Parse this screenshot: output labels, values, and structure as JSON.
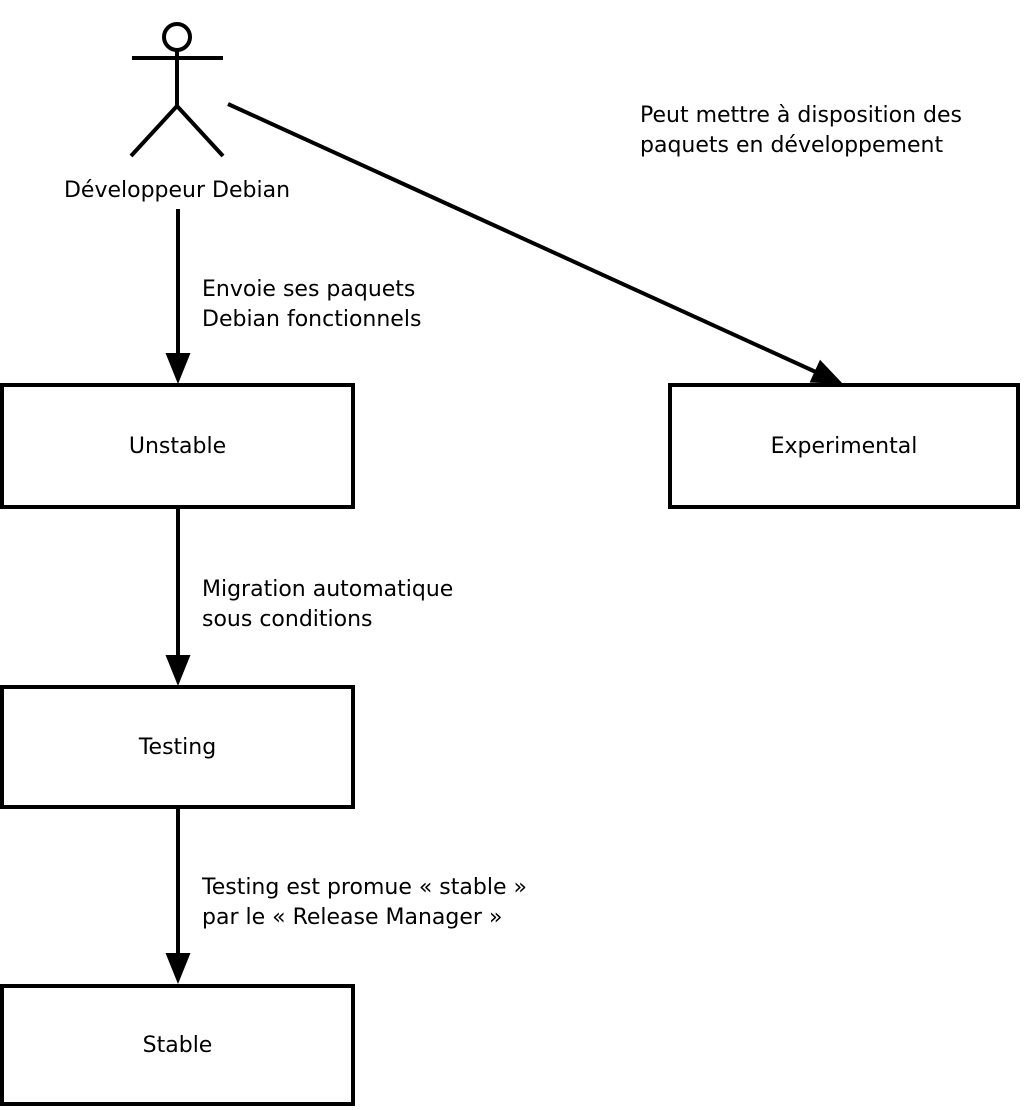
{
  "diagram": {
    "background_color": "#ffffff",
    "line_color": "#000000",
    "actor": {
      "id": "developpeur-debian",
      "label": "Développeur Debian"
    },
    "nodes": [
      {
        "id": "unstable",
        "label": "Unstable"
      },
      {
        "id": "experimental",
        "label": "Experimental"
      },
      {
        "id": "testing",
        "label": "Testing"
      },
      {
        "id": "stable",
        "label": "Stable"
      }
    ],
    "edges": [
      {
        "from": "developpeur-debian",
        "to": "unstable",
        "label_lines": [
          "Envoie ses paquets",
          "Debian fonctionnels"
        ]
      },
      {
        "from": "developpeur-debian",
        "to": "experimental",
        "label_lines": [
          "Peut mettre à disposition des",
          "paquets en développement"
        ]
      },
      {
        "from": "unstable",
        "to": "testing",
        "label_lines": [
          "Migration automatique",
          "sous conditions"
        ]
      },
      {
        "from": "testing",
        "to": "stable",
        "label_lines": [
          "Testing est promue « stable »",
          "par le « Release Manager »"
        ]
      }
    ]
  }
}
